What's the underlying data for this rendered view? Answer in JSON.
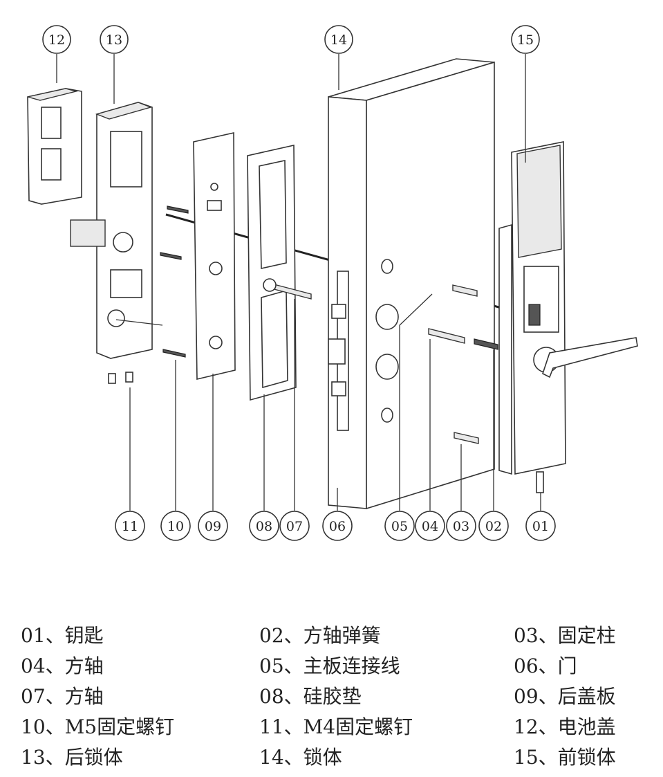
{
  "callouts": {
    "c12": "12",
    "c13": "13",
    "c14": "14",
    "c15": "15",
    "c11": "11",
    "c10": "10",
    "c09": "09",
    "c08": "08",
    "c07": "07",
    "c06": "06",
    "c05": "05",
    "c04": "04",
    "c03": "03",
    "c02": "02",
    "c01": "01"
  },
  "legend": [
    [
      "01、钥匙",
      "02、方轴弹簧",
      "03、固定柱"
    ],
    [
      "04、方轴",
      "05、主板连接线",
      "06、门"
    ],
    [
      "07、方轴",
      "08、硅胶垫",
      "09、后盖板"
    ],
    [
      "10、M5固定螺钉",
      "11、M4固定螺钉",
      "12、电池盖"
    ],
    [
      "13、后锁体",
      "14、锁体",
      "15、前锁体"
    ]
  ]
}
